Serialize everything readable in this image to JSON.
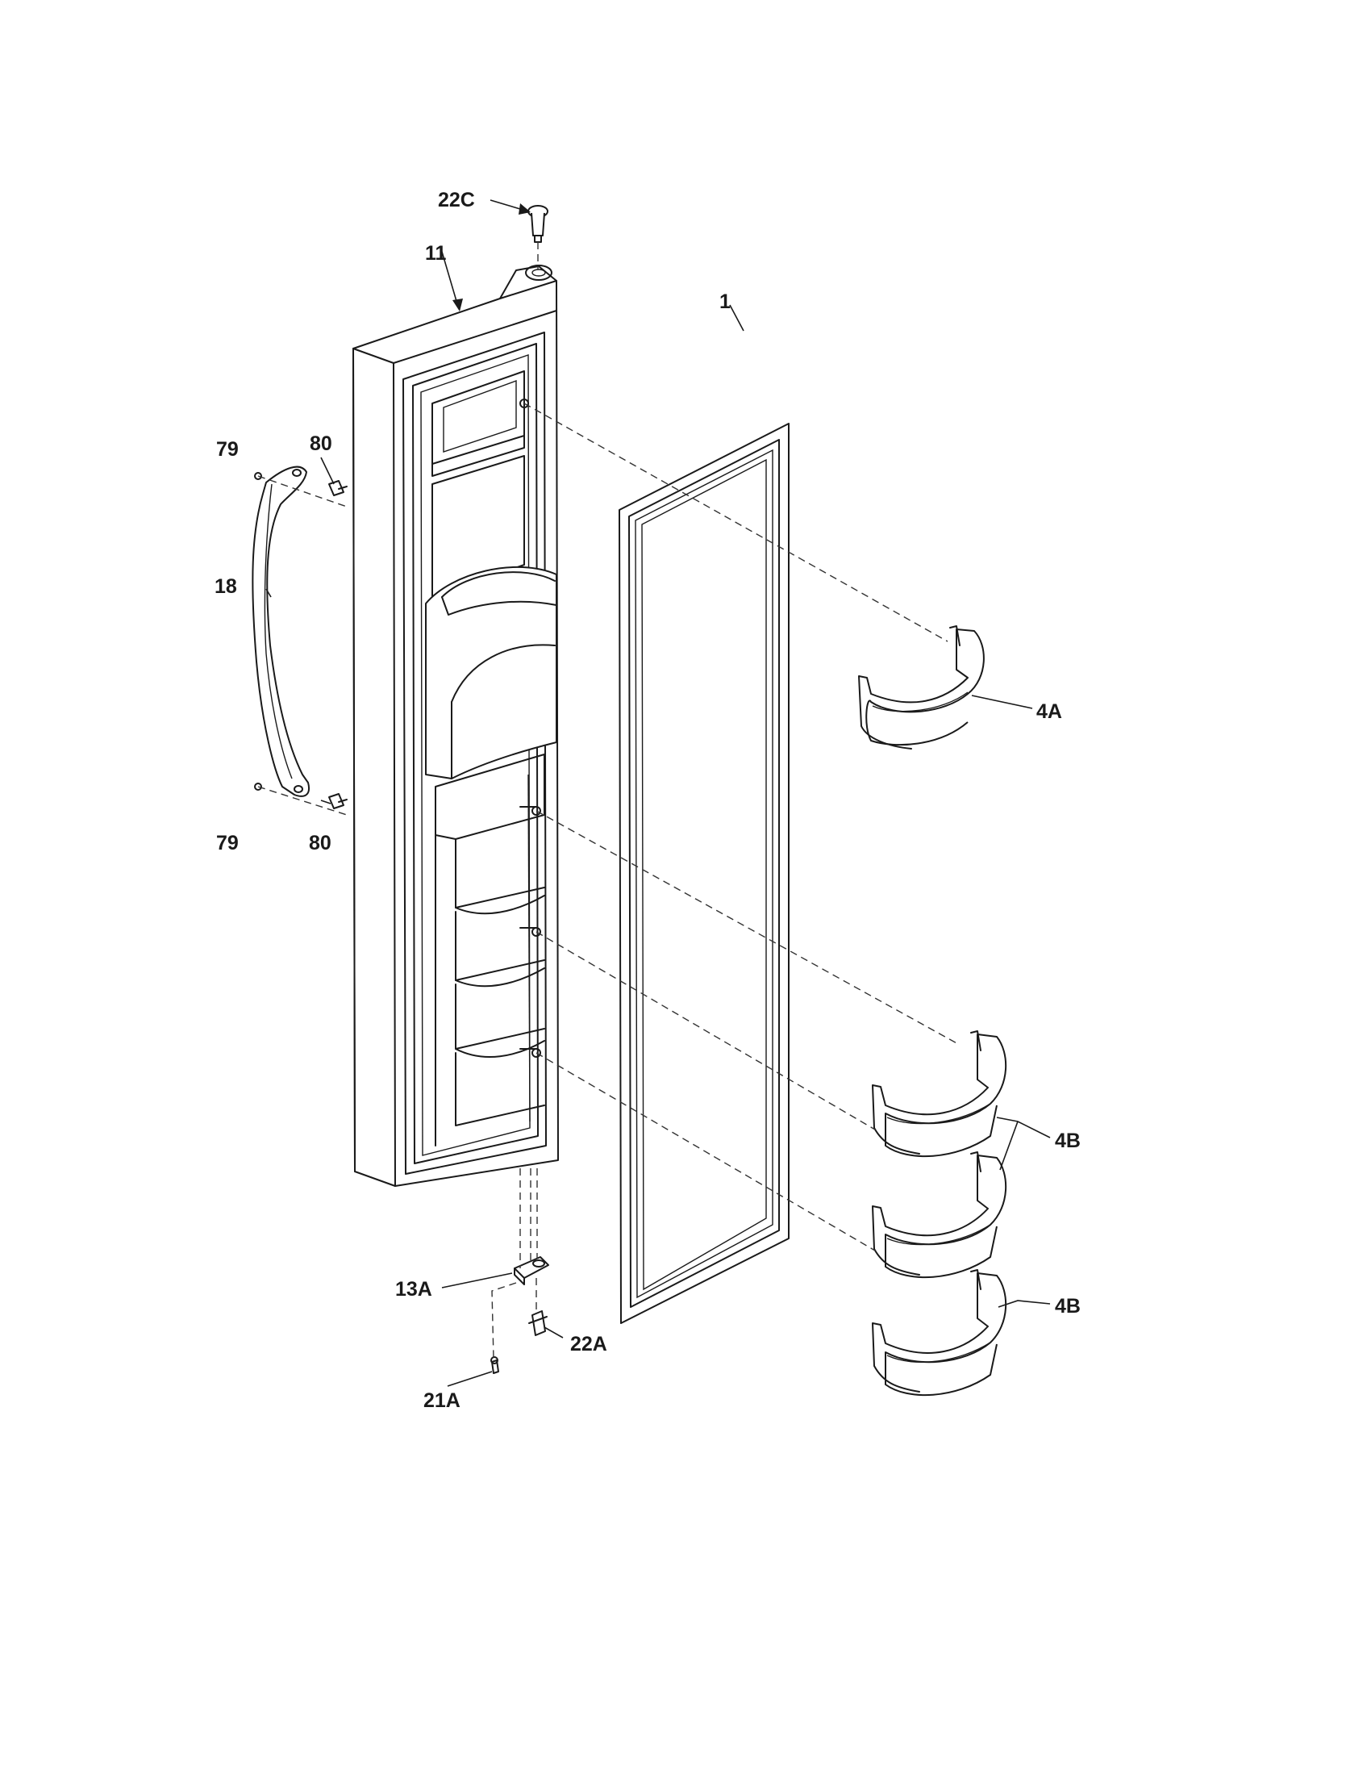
{
  "callouts": {
    "c22C": "22C",
    "c11": "11",
    "c1": "1",
    "c79_top": "79",
    "c80_top": "80",
    "c18": "18",
    "c4A": "4A",
    "c79_bottom": "79",
    "c80_bottom": "80",
    "c4B_upper": "4B",
    "c4B_lower": "4B",
    "c13A": "13A",
    "c22A": "22A",
    "c21A": "21A"
  }
}
